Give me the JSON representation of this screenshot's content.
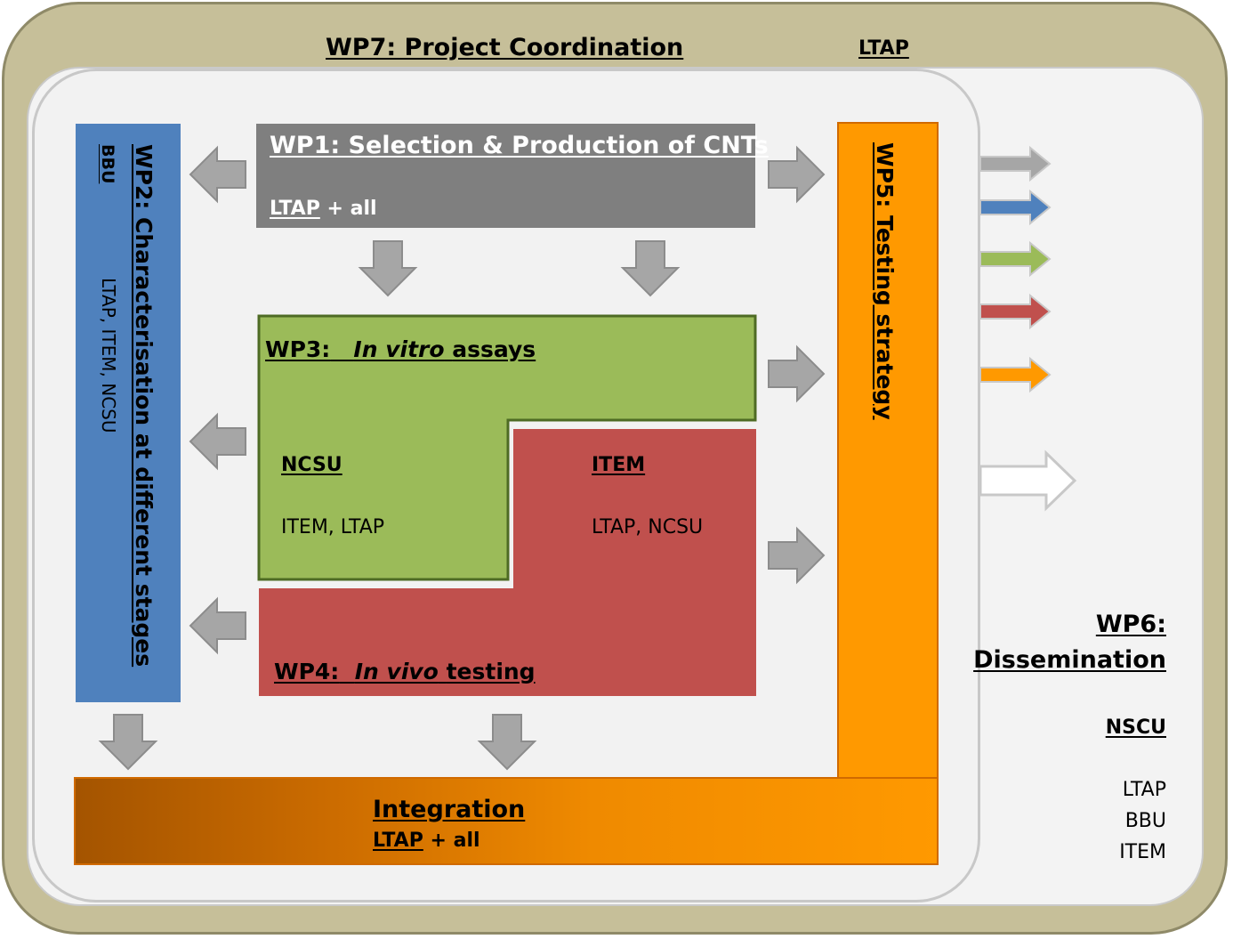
{
  "wp7": {
    "title": "WP7: Project Coordination",
    "lead": "LTAP"
  },
  "wp1": {
    "title": "WP1:  Selection & Production of CNTs",
    "lead": "LTAP",
    "partners": "+ all"
  },
  "wp2": {
    "title": "WP2:  Characterisation  at different stages",
    "lead": "BBU",
    "partners": "LTAP, ITEM, NCSU"
  },
  "wp3": {
    "label": "WP3:",
    "title_italic": "In vitro",
    "title_rest": "assays",
    "lead": "NCSU",
    "partners": "ITEM, LTAP"
  },
  "wp4": {
    "label": "WP4:",
    "title_italic": "In vivo",
    "title_rest": "testing",
    "lead": "ITEM",
    "partners": "LTAP, NCSU"
  },
  "wp5": {
    "title": "WP5:  Testing strategy"
  },
  "integration": {
    "title": "Integration",
    "lead": "LTAP",
    "partners": "+ all"
  },
  "wp6": {
    "title_line1": "WP6:",
    "title_line2": "Dissemination",
    "lead": "NSCU",
    "partners": [
      "LTAP",
      "BBU",
      "ITEM"
    ]
  },
  "colors": {
    "coordination": "#c6bf99",
    "wp1": "#7f7f7f",
    "wp2": "#4f81bd",
    "wp3": "#9bbb59",
    "wp4": "#c0504d",
    "wp5": "#ff9900",
    "arrow": "#a6a6a6"
  }
}
